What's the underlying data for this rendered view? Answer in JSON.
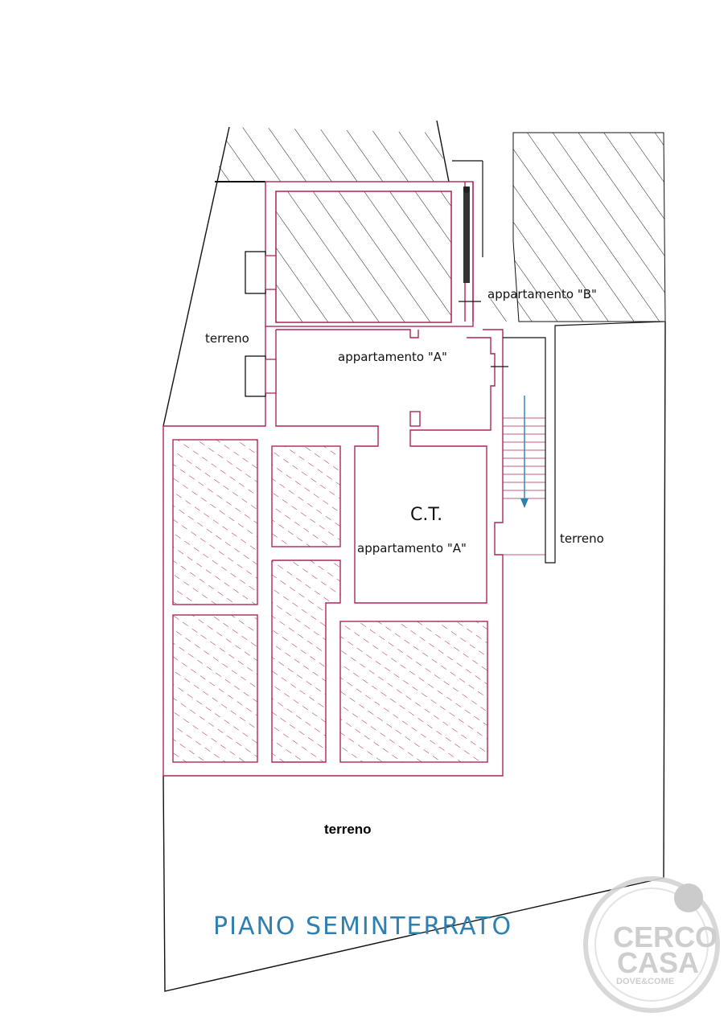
{
  "plan": {
    "title": "PIANO  SEMINTERRATO",
    "labels": {
      "terreno_left": "terreno",
      "terreno_right": "terreno",
      "terreno_bottom": "terreno",
      "apartment_b": "appartamento  \"B\"",
      "apartment_a_top": "appartamento  \"A\"",
      "central_heating": "C.T.",
      "apartment_a_ct": "appartamento  \"A\""
    },
    "colors": {
      "wall": "#b0245a",
      "title": "#2f7fb0",
      "arrow": "#2f7fb0",
      "outline": "#111111",
      "neighbor": "#1a1a1a"
    }
  },
  "watermark": {
    "line1": "CERCO",
    "line2": "CASA",
    "tagline": "DOVE&COME"
  }
}
